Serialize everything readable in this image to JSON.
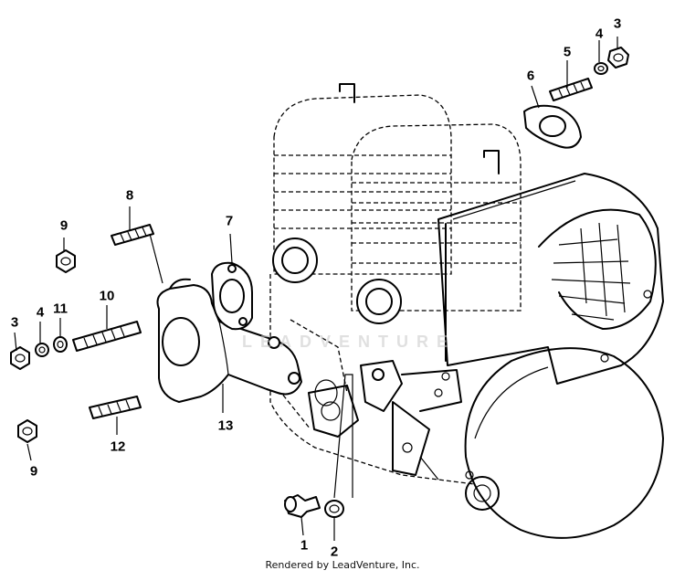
{
  "footer": "Rendered by LeadVenture, Inc.",
  "watermark": "LEADVENTURE",
  "callouts": {
    "c1": "1",
    "c2": "2",
    "c3a": "3",
    "c3b": "3",
    "c4a": "4",
    "c4b": "4",
    "c5": "5",
    "c6": "6",
    "c7": "7",
    "c8": "8",
    "c9a": "9",
    "c9b": "9",
    "c10": "10",
    "c11": "11",
    "c12": "12",
    "c13": "13"
  }
}
